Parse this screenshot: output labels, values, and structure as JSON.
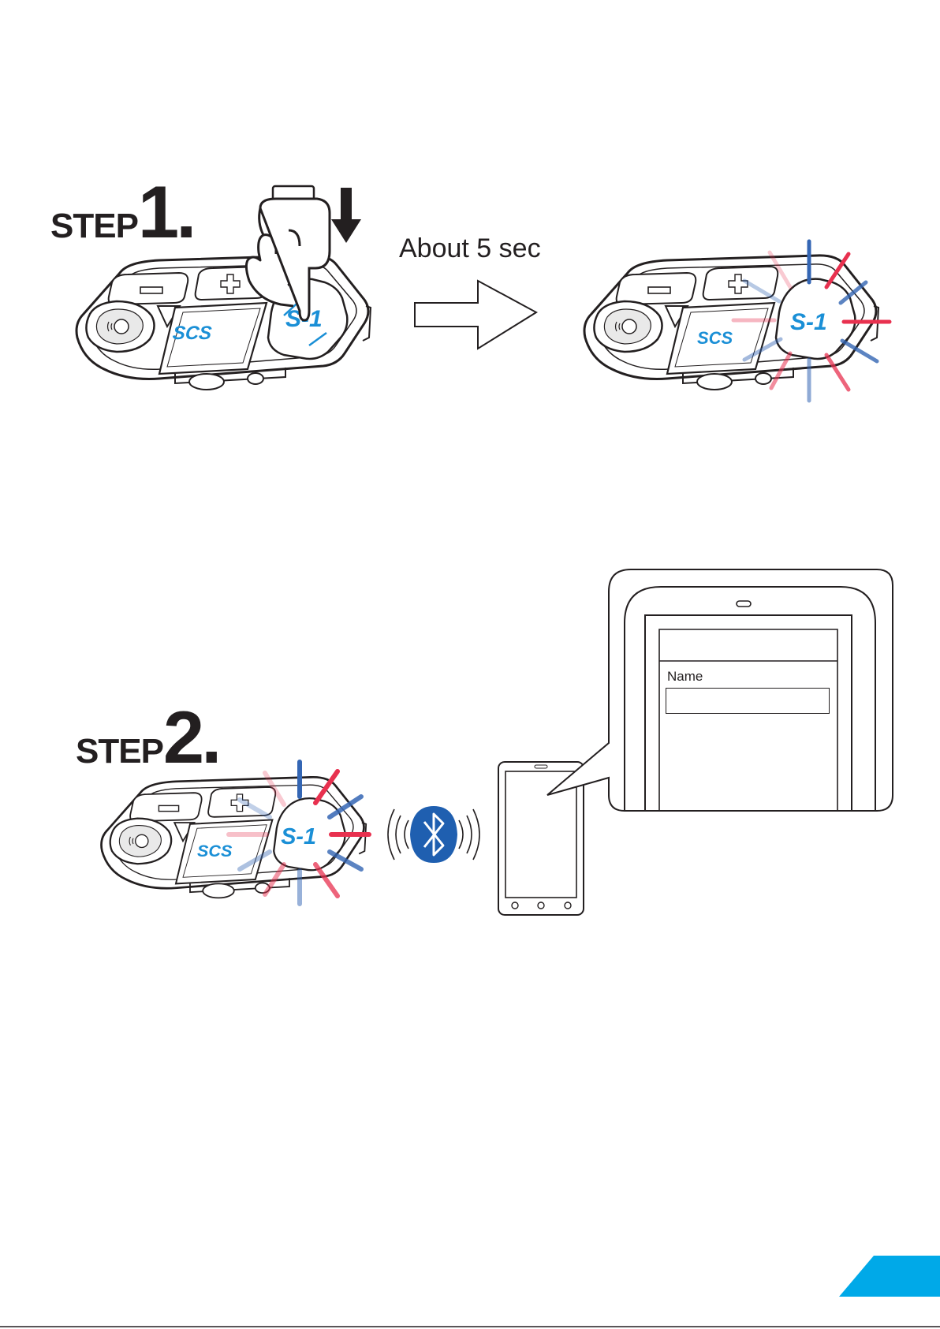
{
  "step1": {
    "word": "STEP",
    "number": "1."
  },
  "step2": {
    "word": "STEP",
    "number": "2."
  },
  "caption": "About 5 sec",
  "device": {
    "brand": "SCS",
    "button": "S-1"
  },
  "phone_dialog": {
    "field_label": "Name"
  },
  "icons": [
    "finger-press-icon",
    "down-arrow-icon",
    "right-arrow-icon",
    "bluetooth-icon"
  ],
  "colors": {
    "brand_blue": "#1a8fd6",
    "flash_red": "#e8314f",
    "flash_blue": "#3466b4",
    "bluetooth_blue": "#1f5fb0",
    "corner_tab": "#00a9e8",
    "ink": "#231f20"
  }
}
